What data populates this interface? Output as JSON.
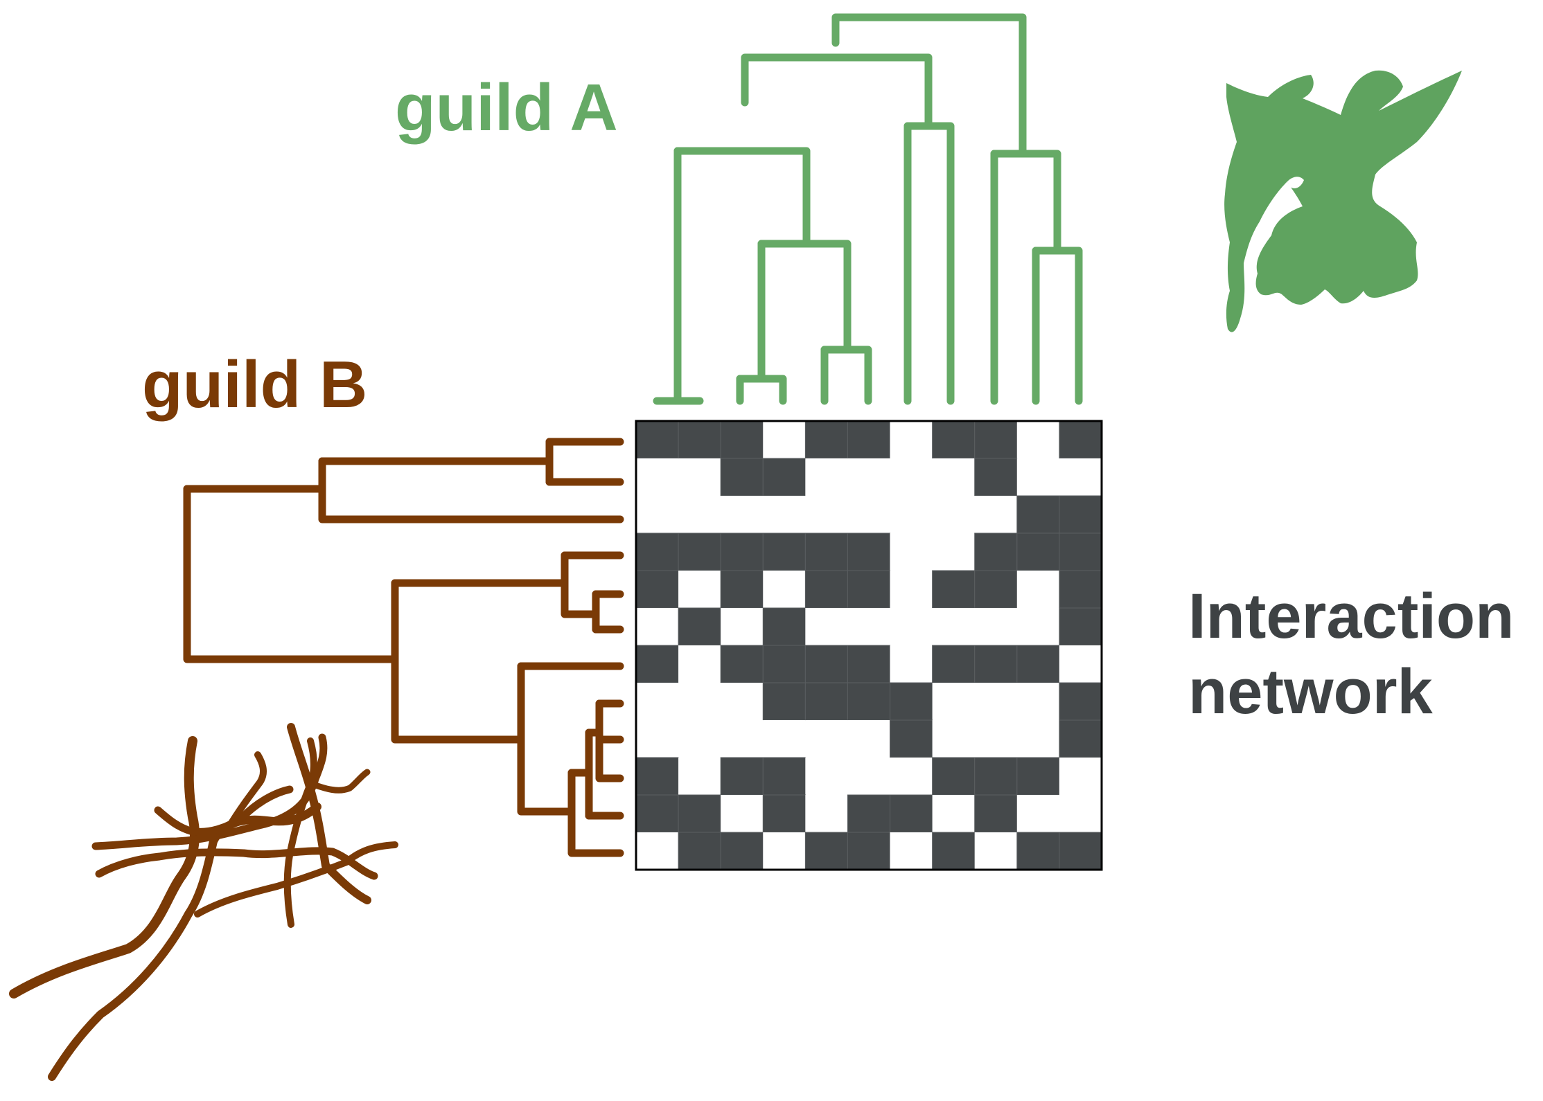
{
  "labels": {
    "guild_a": "guild A",
    "guild_b": "guild B",
    "network_line1": "Interaction",
    "network_line2": "network"
  },
  "colors": {
    "guild_a": "#66aa66",
    "guild_b": "#7a3a06",
    "network": "#3e4244",
    "cell_filled": "#45494b",
    "cell_empty": "#ffffff",
    "grid_border": "#000000"
  },
  "icons": {
    "guild_a": "hummingbird-icon",
    "guild_b": "root-system-icon"
  },
  "matrix": [
    [
      1,
      1,
      1,
      0,
      1,
      1,
      0,
      1,
      1,
      0,
      1
    ],
    [
      0,
      0,
      1,
      1,
      0,
      0,
      0,
      0,
      1,
      0,
      0
    ],
    [
      0,
      0,
      0,
      0,
      0,
      0,
      0,
      0,
      0,
      1,
      1
    ],
    [
      1,
      1,
      1,
      1,
      1,
      1,
      0,
      0,
      1,
      1,
      1
    ],
    [
      1,
      0,
      1,
      0,
      1,
      1,
      0,
      1,
      1,
      0,
      1
    ],
    [
      0,
      1,
      0,
      1,
      0,
      0,
      0,
      0,
      0,
      0,
      1
    ],
    [
      1,
      0,
      1,
      1,
      1,
      1,
      0,
      1,
      1,
      1,
      0
    ],
    [
      0,
      0,
      0,
      1,
      1,
      1,
      1,
      0,
      0,
      0,
      1
    ],
    [
      0,
      0,
      0,
      0,
      0,
      0,
      1,
      0,
      0,
      0,
      1
    ],
    [
      1,
      0,
      1,
      1,
      0,
      0,
      0,
      1,
      1,
      1,
      0
    ],
    [
      1,
      1,
      0,
      1,
      0,
      1,
      1,
      0,
      1,
      0,
      0
    ],
    [
      0,
      1,
      1,
      0,
      1,
      1,
      0,
      1,
      0,
      1,
      1
    ]
  ]
}
